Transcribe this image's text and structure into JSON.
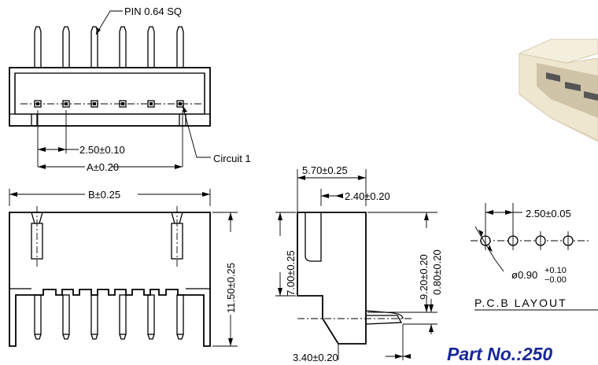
{
  "labels": {
    "pin": "PIN  0.64  SQ",
    "pitch": "2.50±0.10",
    "dim_a": "A±0.20",
    "circuit": "Circuit  1",
    "dim_b": "B±0.25",
    "height_total": "11.50±0.25",
    "depth_total": "5.70±0.25",
    "depth_inner": "2.40±0.20",
    "height_side": "7.00±0.25",
    "height_92": "9.20±0.20",
    "height_08": "0.80±0.20",
    "dim_340": "3.40±0.20",
    "pcb_pitch": "2.50±0.05",
    "hole_prefix": "ø0.90",
    "hole_plus": "+0.10",
    "hole_minus": "−0.00",
    "pcb_layout": "P.C.B  LAYOUT",
    "part_no": "Part No.:250"
  },
  "colors": {
    "line": "#000000",
    "part_no": "#18279a",
    "connector_body": "#efe6cf",
    "connector_shadow": "#b9ad8e"
  }
}
